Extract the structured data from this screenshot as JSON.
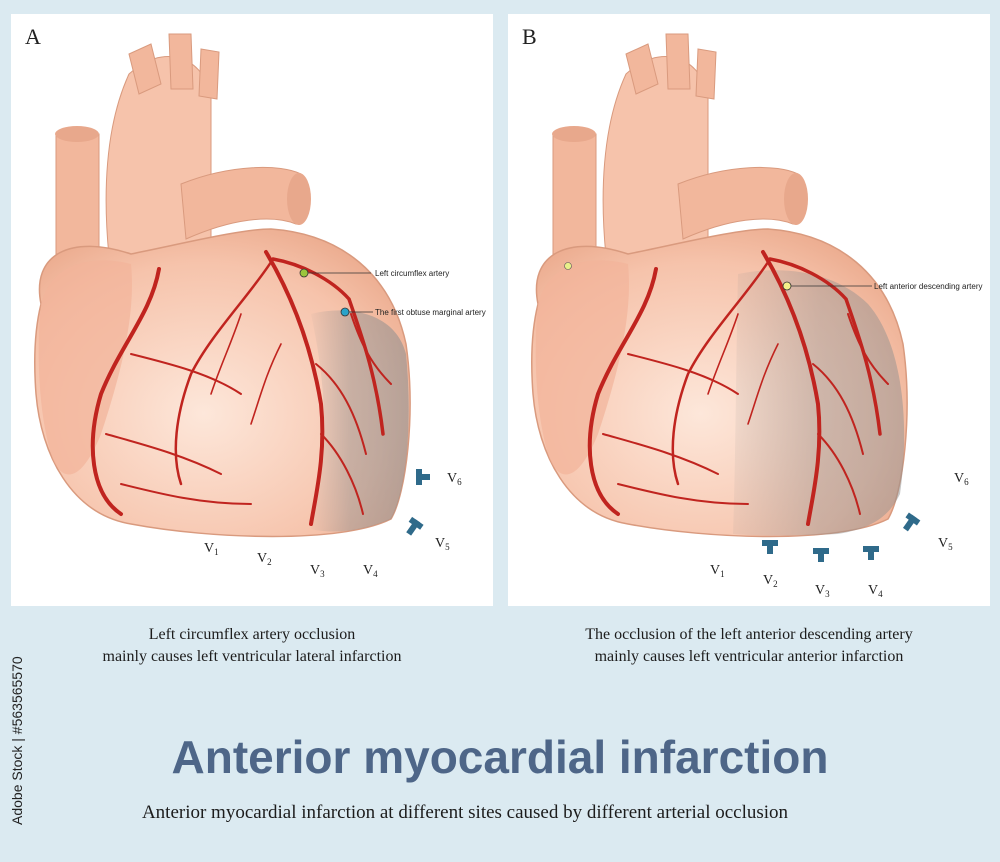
{
  "panels": [
    {
      "letter": "A",
      "artery_label_1": "Left circumflex artery",
      "artery_label_2": "The first obtuse marginal artery",
      "caption_line1": "Left circumflex artery occlusion",
      "caption_line2": "mainly causes left ventricular lateral infarction",
      "leads": [
        "V1",
        "V2",
        "V3",
        "V4",
        "V5",
        "V6"
      ]
    },
    {
      "letter": "B",
      "artery_label_1": "Left anterior descending artery",
      "caption_line1": "The occlusion of the left anterior descending artery",
      "caption_line2": "mainly causes left ventricular anterior infarction",
      "leads": [
        "V1",
        "V2",
        "V3",
        "V4",
        "V5",
        "V6"
      ]
    }
  ],
  "title": "Anterior myocardial infarction",
  "subtitle": "Anterior myocardial infarction at different sites caused by different arterial occlusion",
  "watermark": "Adobe Stock | #563565570",
  "colors": {
    "background": "#dbeaf1",
    "heart": "#f6c3ab",
    "artery": "#c0241f",
    "infarct": "#8f8f8f",
    "title": "#4e6688",
    "electrode": "#2f6a8a"
  }
}
